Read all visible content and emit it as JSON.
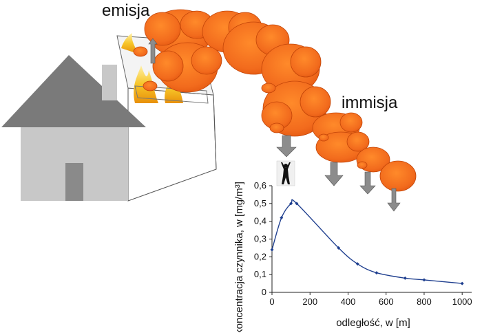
{
  "labels": {
    "emission": "emisja",
    "immission": "immisja"
  },
  "colors": {
    "house_wall": "#c8c8c8",
    "house_roof": "#7a7a7a",
    "house_door": "#8a8a8a",
    "smoke_fill": "#f26b1d",
    "smoke_outline": "#c24508",
    "arrow": "#8c8c8c",
    "curve": "#1f3f8f"
  },
  "icons": [
    "person-icon",
    "fire-icon",
    "smoke-cloud-icon",
    "arrow-down-icon",
    "arrow-up-icon",
    "house-icon"
  ],
  "chart_data": {
    "type": "line",
    "xlabel": "odległość, w [m]",
    "ylabel": "koncentracja czynnika, w [mg/m³]",
    "xlim": [
      0,
      1050
    ],
    "ylim": [
      0,
      0.6
    ],
    "xticks": [
      "0",
      "200",
      "400",
      "600",
      "800",
      "1000"
    ],
    "yticks": [
      "0",
      "0,1",
      "0,2",
      "0,3",
      "0,4",
      "0,5",
      "0,6"
    ],
    "grid": false,
    "series": [
      {
        "x": [
          0,
          50,
          100,
          130,
          350,
          450,
          550,
          700,
          800,
          1000
        ],
        "y": [
          0.24,
          0.42,
          0.5,
          0.5,
          0.25,
          0.16,
          0.11,
          0.08,
          0.07,
          0.05
        ]
      }
    ]
  }
}
